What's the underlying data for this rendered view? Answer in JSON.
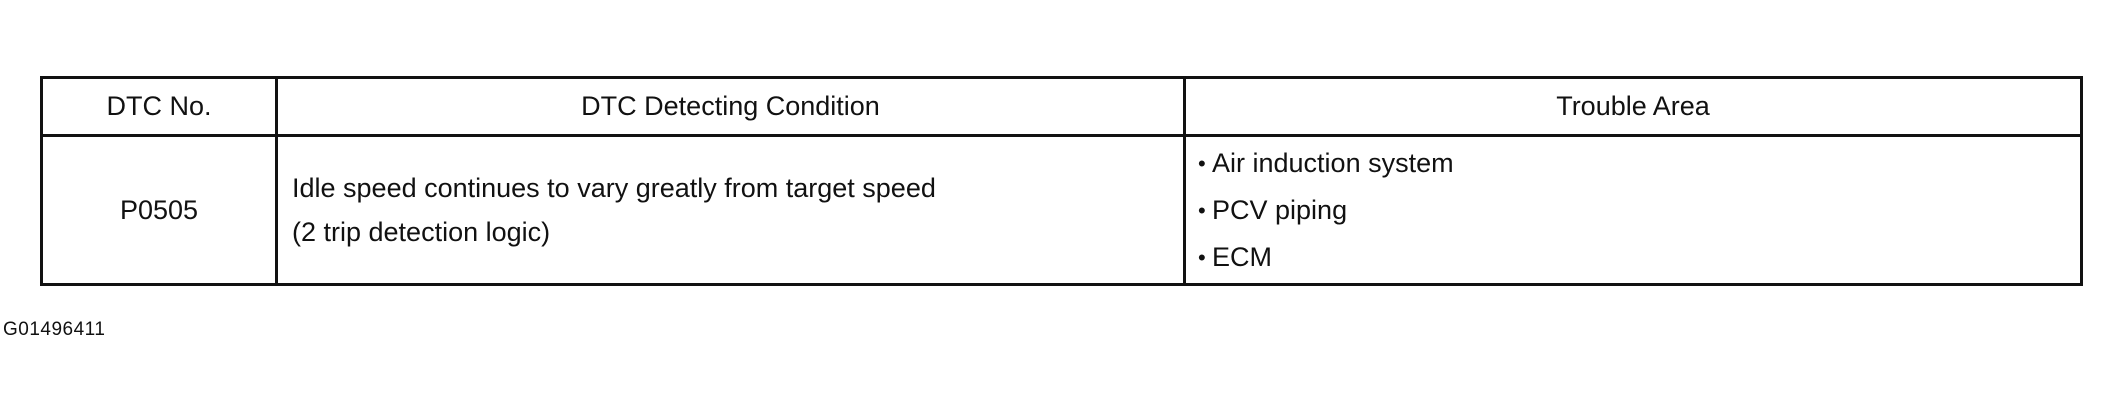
{
  "table": {
    "headers": {
      "dtc_no": "DTC No.",
      "condition": "DTC Detecting Condition",
      "trouble_area": "Trouble Area"
    },
    "rows": [
      {
        "dtc_no": "P0505",
        "condition_lines": [
          "Idle speed continues to vary greatly from target speed",
          "(2 trip detection logic)"
        ],
        "trouble_area": [
          "Air induction system",
          "PCV piping",
          "ECM"
        ]
      }
    ]
  },
  "figure_id": "G01496411"
}
